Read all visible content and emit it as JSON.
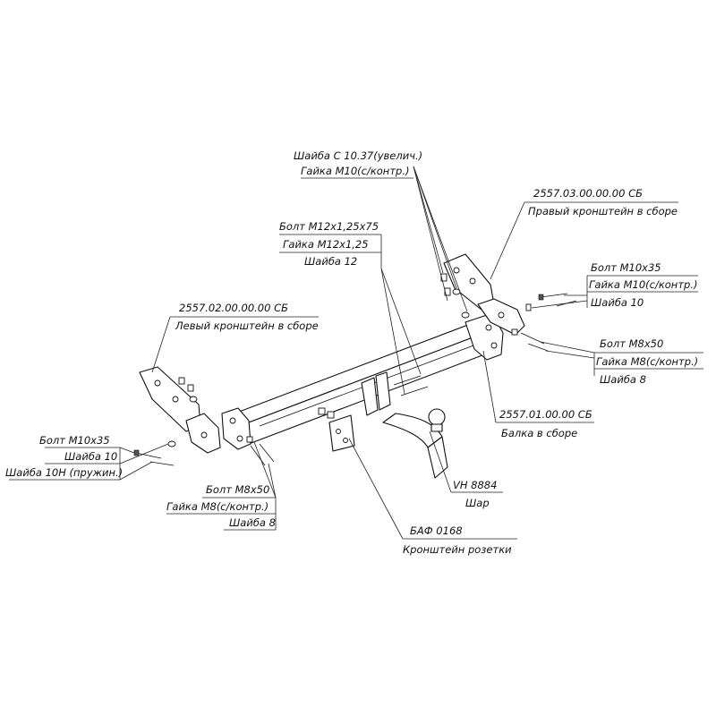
{
  "callouts": {
    "top_washer": [
      "Шайба С 10.37(увелич.)",
      "Гайка М10(с/контр.)"
    ],
    "right_bracket": [
      "2557.03.00.00.00 СБ",
      "Правый кронштейн в сборе"
    ],
    "center_bolt": [
      "Болт М12х1,25х75",
      "Гайка М12х1,25",
      "Шайба 12"
    ],
    "right_m10": [
      "Болт М10х35",
      "Гайка М10(с/контр.)",
      "Шайба 10"
    ],
    "left_bracket": [
      "2557.02.00.00.00 СБ",
      "Левый кронштейн в сборе"
    ],
    "right_m8": [
      "Болт М8х50",
      "Гайка М8(с/контр.)",
      "Шайба 8"
    ],
    "beam": [
      "2557.01.00.00 СБ",
      "Балка в сборе"
    ],
    "left_m10": [
      "Болт М10х35",
      "Шайба 10",
      "Шайба 10Н (пружин.)"
    ],
    "ball": [
      "VH 8884",
      "Шар"
    ],
    "left_m8": [
      "Болт М8х50",
      "Гайка М8(с/контр.)",
      "Шайба 8"
    ],
    "socket": [
      "БАФ 0168",
      "Кронштейн розетки"
    ]
  }
}
